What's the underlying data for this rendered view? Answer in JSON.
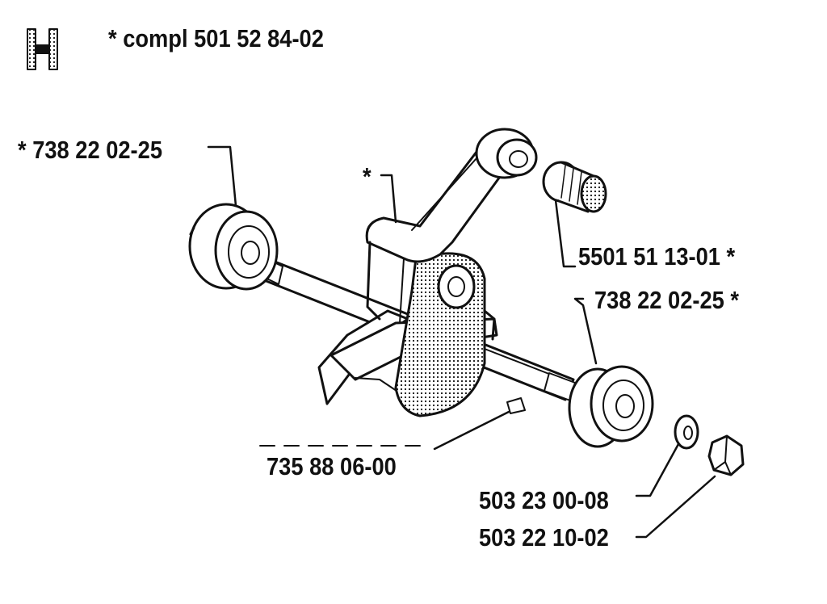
{
  "header": {
    "section_letter": "H",
    "note": "* compl 501 52 84-02"
  },
  "parts": [
    {
      "number": "* 738 22 02-25",
      "part": "bearing-left"
    },
    {
      "number": "*",
      "part": "connecting-rod"
    },
    {
      "number": "5501 51 13-01 *",
      "part": "needle-bearing"
    },
    {
      "number": "738 22 02-25 *",
      "part": "bearing-right"
    },
    {
      "number": "735 88 06-00",
      "part": "key"
    },
    {
      "number": "503 23 00-08",
      "part": "washer"
    },
    {
      "number": "503 22 10-02",
      "part": "nut"
    }
  ],
  "colors": {
    "ink": "#111111",
    "paper": "#ffffff"
  }
}
